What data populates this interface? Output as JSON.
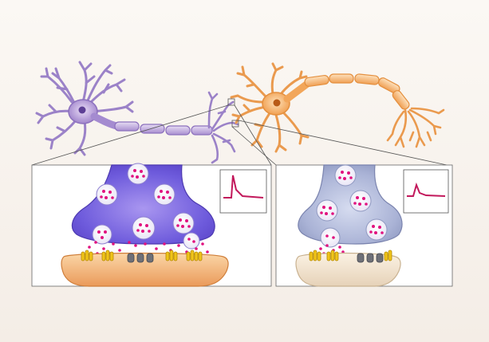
{
  "figure": {
    "title": "",
    "caption": "",
    "left_neuron_color": "#b9a3d8",
    "right_neuron_color": "#f4ac63",
    "vesicle_dot_color": "#e1127f",
    "receptor_color": "#f0c419",
    "channel_color": "#6e7078",
    "trace_color": "#c2185b"
  },
  "panels": [
    {
      "id": "strong-synapse",
      "terminal_color": "#6d5bd8",
      "postsynaptic_color": "#eda86a",
      "vesicles_in_terminal": 7,
      "receptor_clusters": 4
    },
    {
      "id": "weak-synapse",
      "terminal_color": "#a8b3d6",
      "postsynaptic_color": "#efe0cc",
      "vesicles_in_terminal": 5,
      "receptor_clusters": 3
    }
  ]
}
